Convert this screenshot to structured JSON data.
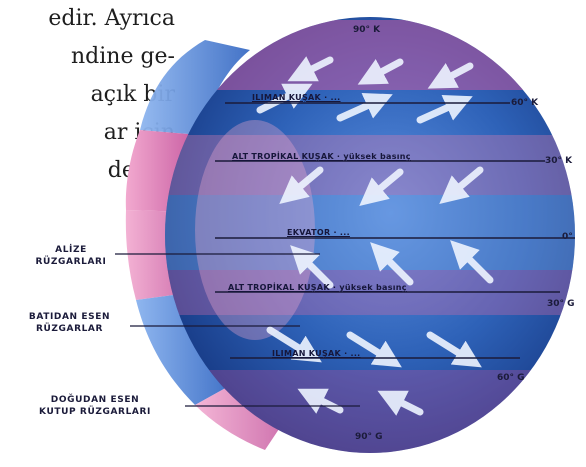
{
  "book_text": {
    "lines": [
      "edir. Ayrıca",
      "ndine ge-",
      "açık bir",
      "ar için",
      "de yö-"
    ]
  },
  "latitudes": {
    "n90": "90° K",
    "n60": "60° K",
    "n30": "30° K",
    "eq": "0°",
    "s30": "30° G",
    "s60": "60° G",
    "s90": "90° G"
  },
  "bands": {
    "ilman_north": "ILIMAN KUŞAK · ...",
    "subtropical_north": "ALT TROPİKAL KUŞAK · yüksek basınç",
    "equator": "EKVATOR · ...",
    "subtropical_south": "ALT TROPİKAL KUŞAK · yüksek basınç",
    "ilman_south": "ILIMAN KUŞAK · ..."
  },
  "side_labels": {
    "alize": [
      "ALİZE",
      "RÜZGARLARI"
    ],
    "westerlies": [
      "BATIDAN ESEN",
      "RÜZGARLAR"
    ],
    "polar": [
      "DOĞUDAN ESEN",
      "KUTUP RÜZGARLARI"
    ]
  },
  "colors": {
    "globe_blue": "#2e62b8",
    "globe_deep": "#1a3f8f",
    "globe_light": "#7fa8e6",
    "band_pink": "#e27fb0",
    "band_magenta": "#c65aa0",
    "arrow_white": "#eef4ff",
    "line": "#1b1b3a"
  }
}
